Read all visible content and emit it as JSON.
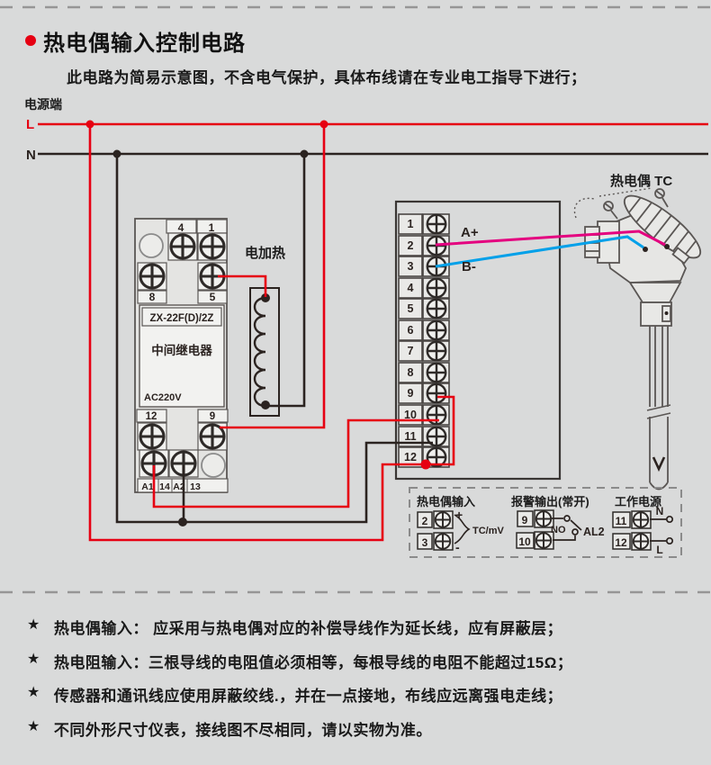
{
  "page": {
    "title": "热电偶输入控制电路",
    "subtitle": "此电路为简易示意图，不含电气保护，具体布线请在专业电工指导下进行；"
  },
  "power": {
    "label": "电源端",
    "live": "L",
    "neutral": "N"
  },
  "relay": {
    "model": "ZX-22F(D)/2Z",
    "name": "中间继电器",
    "voltage": "AC220V",
    "top_terminals": [
      "4",
      "1"
    ],
    "mid_terminals": [
      "8",
      "5"
    ],
    "lower_terminals": [
      "12",
      "9"
    ],
    "coil_terminals": [
      "A1",
      "14",
      "A2",
      "13"
    ]
  },
  "heater": {
    "label": "电加热"
  },
  "instrument": {
    "terminals": [
      "1",
      "2",
      "3",
      "4",
      "5",
      "6",
      "7",
      "8",
      "9",
      "10",
      "11",
      "12"
    ],
    "wire_a_label": "A+",
    "wire_b_label": "B-"
  },
  "thermocouple": {
    "label": "热电偶 TC"
  },
  "detail_box": {
    "tc_input": {
      "title": "热电偶输入",
      "t1": "2",
      "t2": "3",
      "plus": "+",
      "minus": "-",
      "signal": "TC/mV"
    },
    "alarm": {
      "title": "报警输出(常开)",
      "t1": "9",
      "t2": "10",
      "no": "NO",
      "out": "AL2"
    },
    "supply": {
      "title": "工作电源",
      "t1": "11",
      "t2": "12",
      "n": "N",
      "l": "L"
    }
  },
  "notes": {
    "bullet": "★",
    "items": [
      "热电偶输入： 应采用与热电偶对应的补偿导线作为延长线，应有屏蔽层；",
      "热电阻输入：三根导线的电阻值必须相等，每根导线的电阻不能超过15Ω；",
      "传感器和通讯线应使用屏蔽绞线.，并在一点接地，布线应远离强电走线；",
      "不同外形尺寸仪表，接线图不尽相同，请以实物为准。"
    ]
  },
  "colors": {
    "live_wire": "#e60012",
    "neutral_wire": "#2b2320",
    "tc_plus_wire": "#e4007f",
    "tc_minus_wire": "#00a0e9"
  }
}
